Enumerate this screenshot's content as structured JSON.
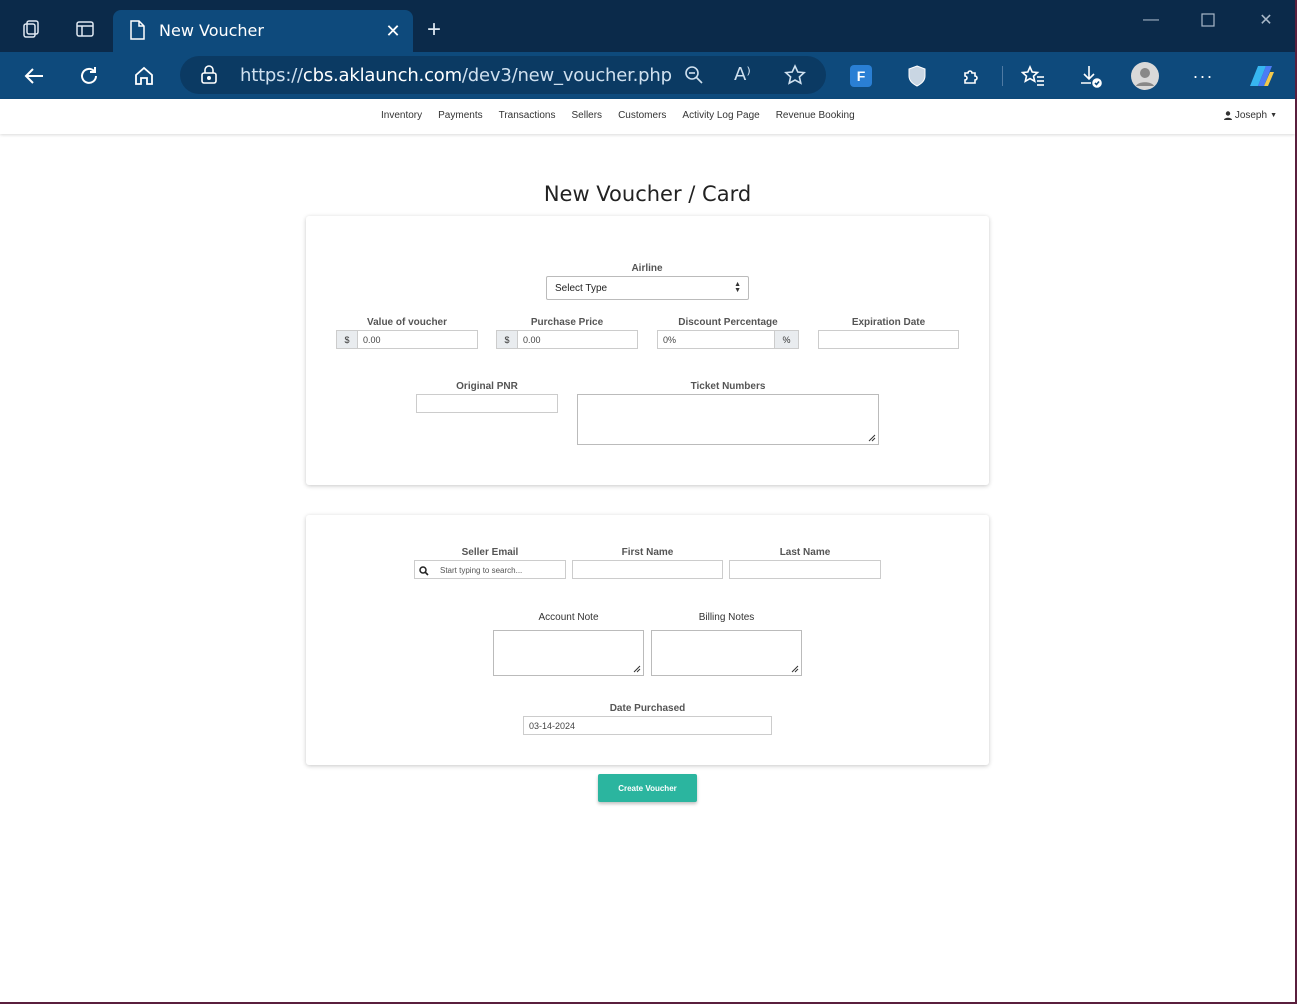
{
  "browser": {
    "tab_title": "New Voucher",
    "url_prefix": "https://",
    "url_host": "cbs.aklaunch.com",
    "url_path": "/dev3/new_voucher.php"
  },
  "nav": {
    "links": [
      "Inventory",
      "Payments",
      "Transactions",
      "Sellers",
      "Customers",
      "Activity Log Page",
      "Revenue Booking"
    ],
    "user": "Joseph"
  },
  "page": {
    "title": "New Voucher / Card"
  },
  "voucher": {
    "airline_label": "Airline",
    "airline_value": "Select Type",
    "value_label": "Value of voucher",
    "value_addon": "$",
    "value_value": "0.00",
    "price_label": "Purchase Price",
    "price_addon": "$",
    "price_value": "0.00",
    "discount_label": "Discount Percentage",
    "discount_value": "0%",
    "discount_addon": "%",
    "expiration_label": "Expiration Date",
    "pnr_label": "Original PNR",
    "tickets_label": "Ticket Numbers"
  },
  "seller": {
    "email_label": "Seller Email",
    "email_placeholder": "Start typing to search...",
    "first_label": "First Name",
    "last_label": "Last Name",
    "account_note_label": "Account Note",
    "billing_notes_label": "Billing Notes",
    "date_label": "Date Purchased",
    "date_value": "03-14-2024"
  },
  "actions": {
    "create_label": "Create Voucher"
  }
}
